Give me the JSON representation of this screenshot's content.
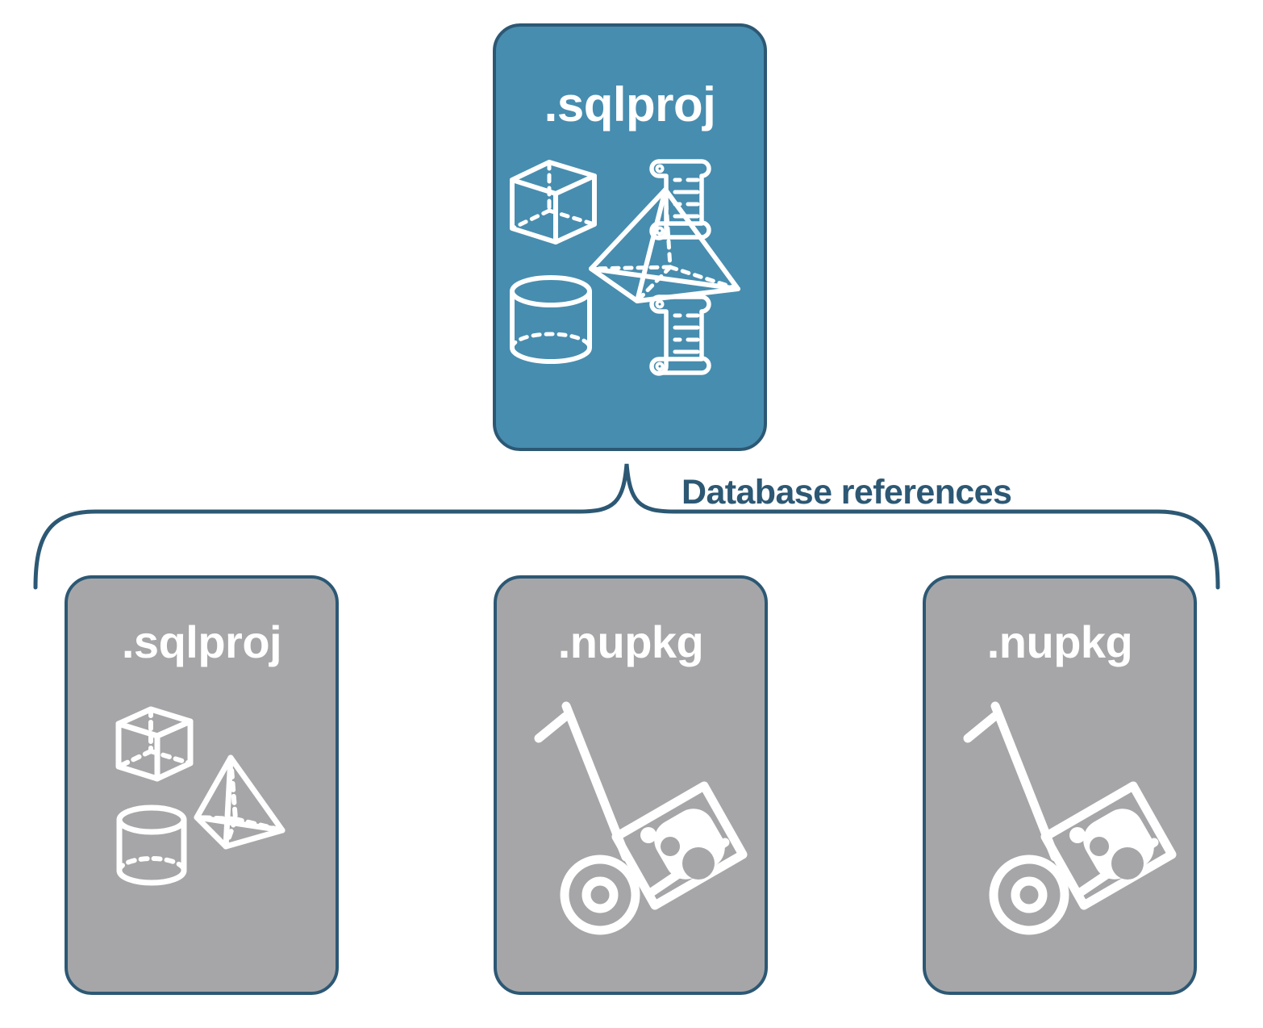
{
  "diagram": {
    "title_text": "Database references",
    "colors": {
      "accent_teal": "#478daf",
      "outline_navy": "#2c5874",
      "card_gray": "#a6a6a8",
      "icon_white": "#ffffff",
      "background": "#ffffff"
    }
  },
  "root_card": {
    "label": ".sqlproj",
    "kind": "sqlproj-project",
    "background": "#478daf",
    "icons": [
      "cube-icon",
      "pyramid-icon",
      "cylinder-icon",
      "scroll-icon",
      "scroll-icon"
    ]
  },
  "connector": {
    "label": "Database references",
    "type": "curly-brace",
    "branches": 3
  },
  "reference_cards": [
    {
      "label": ".sqlproj",
      "kind": "sqlproj-project",
      "background": "#a6a6a8",
      "icons": [
        "cube-icon",
        "pyramid-icon",
        "cylinder-icon"
      ]
    },
    {
      "label": ".nupkg",
      "kind": "nuget-package",
      "background": "#a6a6a8",
      "icons": [
        "hand-truck-icon",
        "package-box-icon"
      ]
    },
    {
      "label": ".nupkg",
      "kind": "nuget-package",
      "background": "#a6a6a8",
      "icons": [
        "hand-truck-icon",
        "package-box-icon"
      ]
    }
  ]
}
